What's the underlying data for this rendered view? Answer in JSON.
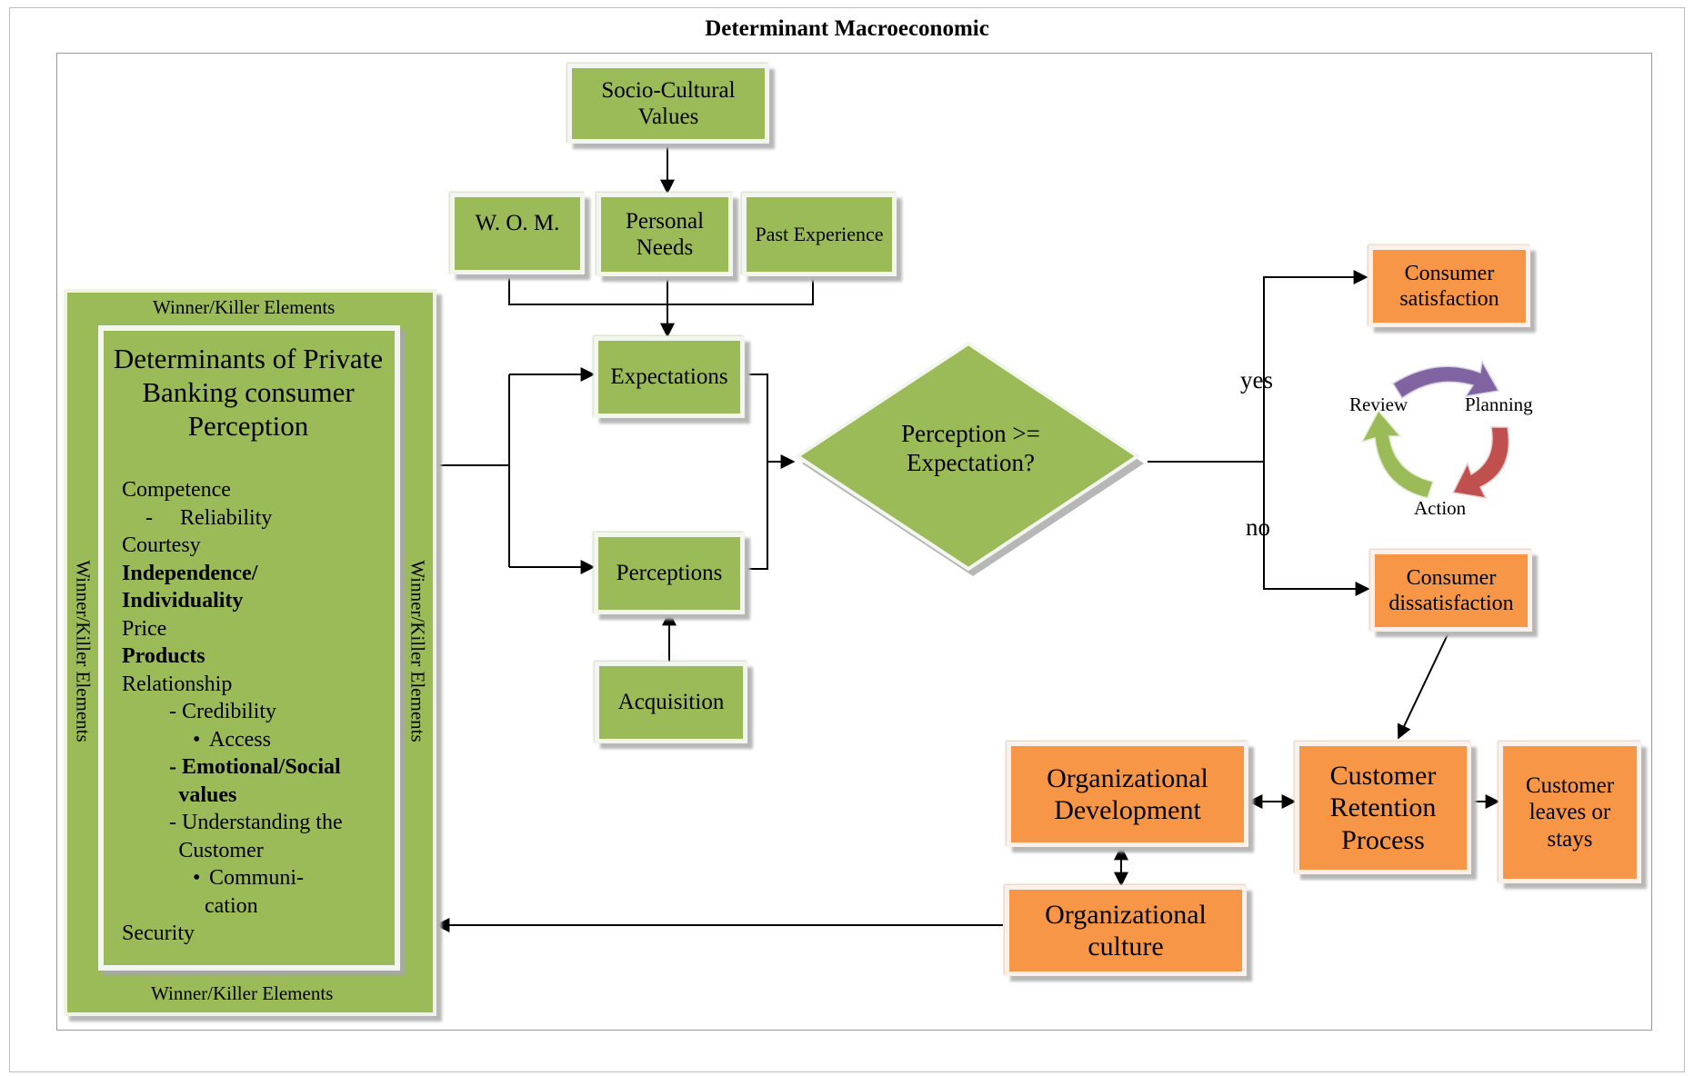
{
  "title": "Determinant Macroeconomic",
  "nodes": {
    "socio_cultural": "Socio-Cultural Values",
    "wom": "W. O. M.",
    "personal_needs": "Personal Needs",
    "past_experience": "Past Experience",
    "expectations": "Expectations",
    "perceptions": "Perceptions",
    "acquisition": "Acquisition",
    "decision": "Perception >= Expectation?",
    "consumer_satisfaction": "Consumer satisfaction",
    "consumer_dissatisfaction": "Consumer dissatisfaction",
    "org_development": "Organizational Development",
    "customer_retention": "Customer Retention Process",
    "customer_leaves": "Customer leaves or stays",
    "org_culture": "Organizational culture"
  },
  "branches": {
    "yes": "yes",
    "no": "no"
  },
  "cycle": {
    "review": "Review",
    "planning": "Planning",
    "action": "Action"
  },
  "panel": {
    "border_label": "Winner/Killer Elements",
    "heading": "Determinants of Private Banking consumer Perception",
    "items": [
      {
        "text": "Competence",
        "indent": 0,
        "bold": false,
        "bullet": ""
      },
      {
        "text": "Reliability",
        "indent": 1,
        "bold": false,
        "bullet": "-"
      },
      {
        "text": "Courtesy",
        "indent": 0,
        "bold": false,
        "bullet": ""
      },
      {
        "text": "Independence/",
        "indent": 0,
        "bold": true,
        "bullet": ""
      },
      {
        "text": "Individuality",
        "indent": 0,
        "bold": true,
        "bullet": ""
      },
      {
        "text": "Price",
        "indent": 0,
        "bold": false,
        "bullet": ""
      },
      {
        "text": "Products",
        "indent": 0,
        "bold": true,
        "bullet": ""
      },
      {
        "text": "Relationship",
        "indent": 0,
        "bold": false,
        "bullet": ""
      },
      {
        "text": "- Credibility",
        "indent": 2,
        "bold": false,
        "bullet": ""
      },
      {
        "text": "Access",
        "indent": 3,
        "bold": false,
        "bullet": "•"
      },
      {
        "text": "- Emotional/Social",
        "indent": 2,
        "bold": true,
        "bullet": ""
      },
      {
        "text": "values",
        "indent": 2.4,
        "bold": true,
        "bullet": ""
      },
      {
        "text": "- Understanding the",
        "indent": 2,
        "bold": false,
        "bullet": ""
      },
      {
        "text": "Customer",
        "indent": 2.4,
        "bold": false,
        "bullet": ""
      },
      {
        "text": "Communi-",
        "indent": 3,
        "bold": false,
        "bullet": "•"
      },
      {
        "text": "cation",
        "indent": 3.5,
        "bold": false,
        "bullet": ""
      },
      {
        "text": "Security",
        "indent": 0,
        "bold": false,
        "bullet": ""
      }
    ]
  },
  "colors": {
    "green": "#9bbb59",
    "orange": "#f79646",
    "cycle_purple": "#8064a2",
    "cycle_red": "#c0504d",
    "cycle_green": "#9bbb59"
  }
}
